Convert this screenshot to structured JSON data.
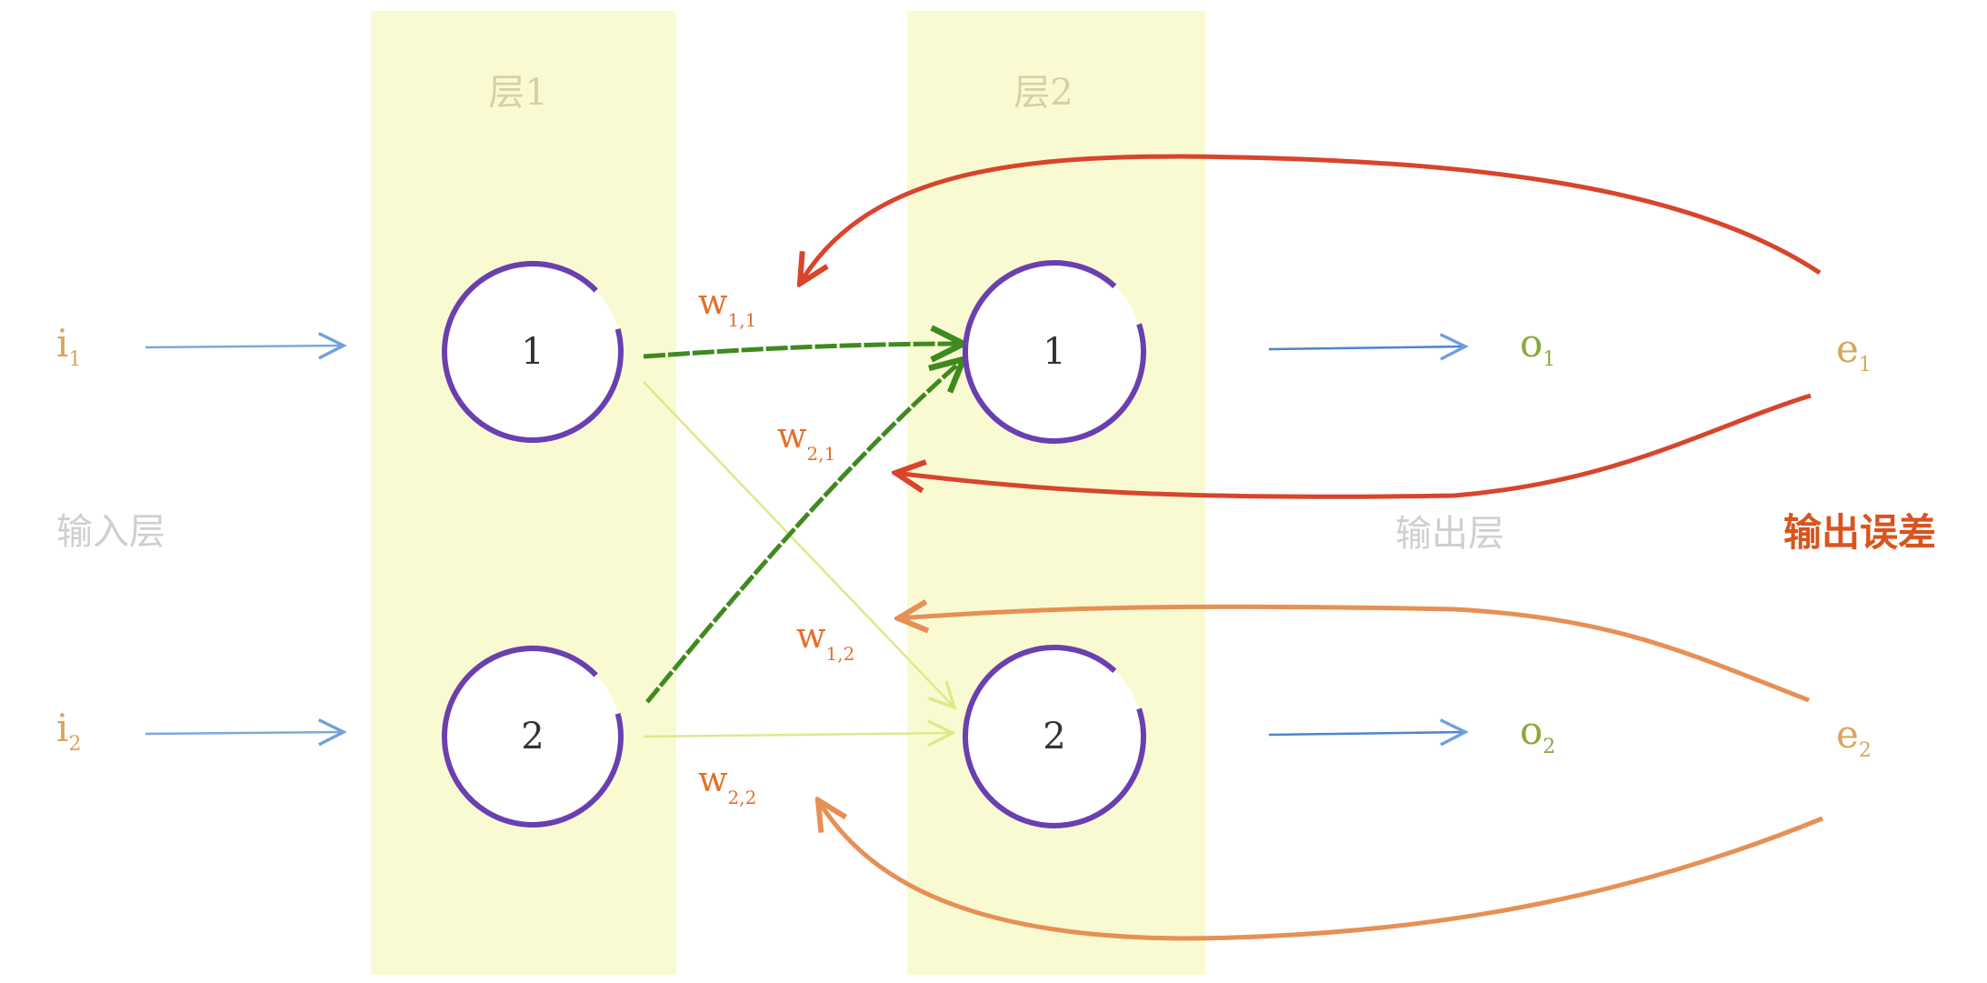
{
  "layers": {
    "layer1": "层1",
    "layer2": "层2"
  },
  "side_labels": {
    "input_layer": "输入层",
    "output_layer": "输出层",
    "output_error": "输出误差"
  },
  "inputs": {
    "i1": {
      "base": "i",
      "sub": "1"
    },
    "i2": {
      "base": "i",
      "sub": "2"
    }
  },
  "outputs": {
    "o1": {
      "base": "o",
      "sub": "1"
    },
    "o2": {
      "base": "o",
      "sub": "2"
    }
  },
  "errors": {
    "e1": {
      "base": "e",
      "sub": "1"
    },
    "e2": {
      "base": "e",
      "sub": "2"
    }
  },
  "nodes": {
    "layer1_node1": "1",
    "layer1_node2": "2",
    "layer2_node1": "1",
    "layer2_node2": "2"
  },
  "weights": {
    "w11": {
      "base": "w",
      "sub": "1,1"
    },
    "w21": {
      "base": "w",
      "sub": "2,1"
    },
    "w12": {
      "base": "w",
      "sub": "1,2"
    },
    "w22": {
      "base": "w",
      "sub": "2,2"
    }
  },
  "colors": {
    "layer_band": "#fafad2",
    "layer_label": "#d8cfa6",
    "node_stroke": "#6a3fb0",
    "input_arrow": "#7aa8e0",
    "output_arrow": "#4a86d0",
    "strong_weight": "#3f8a1f",
    "weak_weight": "#dfe88a",
    "error_1": "#d8442c",
    "error_2": "#e69054",
    "io_text": "#d9a55a",
    "output_text": "#8aa83a",
    "weight_text": "#e3702a",
    "gray_label": "#cfcfcf",
    "error_title": "#d9541e"
  }
}
